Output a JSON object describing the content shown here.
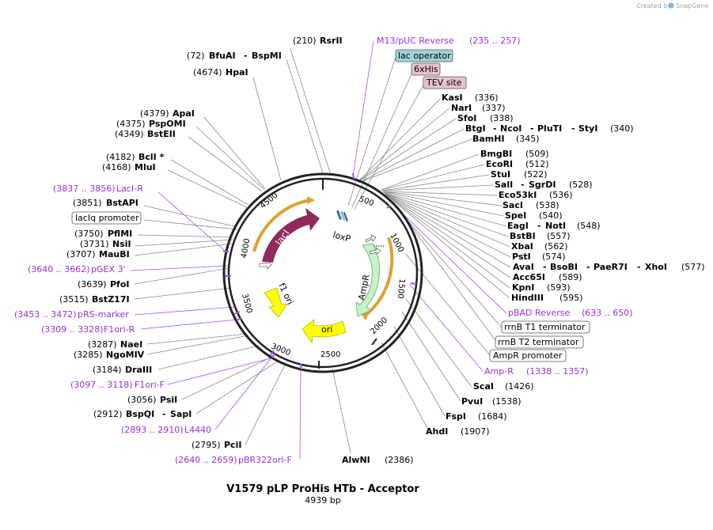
{
  "credit": {
    "created_by": "Created by",
    "brand": "SnapGene"
  },
  "plasmid": {
    "name": "V1579 pLP ProHis HTb - Acceptor",
    "size": "4939 bp"
  },
  "ticks": [
    "500",
    "1000",
    "1500",
    "2000",
    "2500",
    "3000",
    "3500",
    "4000",
    "4500"
  ],
  "features": {
    "lacI": "lacI",
    "loxP": "loxP",
    "AmpR": "AmpR",
    "ori": "ori",
    "f1ori": "f1 ori"
  },
  "boxes": {
    "lac_operator": "lac operator",
    "sixHis": "6xHis",
    "tev": "TEV site",
    "rrnB_T1": "rrnB T1 terminator",
    "rrnB_T2": "rrnB T2 terminator",
    "ampr_promoter": "AmpR promoter",
    "laciq_promoter": "lacIq promoter"
  },
  "right_labels": {
    "m13": {
      "name": "M13/pUC Reverse",
      "pos": "(235 .. 257)"
    },
    "kasI": {
      "name": "KasI",
      "pos": "(336)"
    },
    "narI": {
      "name": "NarI",
      "pos": "(337)"
    },
    "sfoI": {
      "name": "SfoI",
      "pos": "(338)"
    },
    "btgI": {
      "name": "BtgI",
      "n2": "NcoI",
      "n3": "PluTI",
      "n4": "StyI",
      "pos": "(340)"
    },
    "bamHI": {
      "name": "BamHI",
      "pos": "(345)"
    },
    "bmgBI": {
      "name": "BmgBI",
      "pos": "(509)"
    },
    "ecoRI": {
      "name": "EcoRI",
      "pos": "(512)"
    },
    "stuI": {
      "name": "StuI",
      "pos": "(522)"
    },
    "salI": {
      "name": "SalI",
      "n2": "SgrDI",
      "pos": "(528)"
    },
    "eco53kI": {
      "name": "Eco53kI",
      "pos": "(536)"
    },
    "sacI": {
      "name": "SacI",
      "pos": "(538)"
    },
    "speI": {
      "name": "SpeI",
      "pos": "(540)"
    },
    "eagI": {
      "name": "EagI",
      "n2": "NotI",
      "pos": "(548)"
    },
    "bstBI": {
      "name": "BstBI",
      "pos": "(557)"
    },
    "xbaI": {
      "name": "XbaI",
      "pos": "(562)"
    },
    "pstI": {
      "name": "PstI",
      "pos": "(574)"
    },
    "avaI": {
      "name": "AvaI",
      "n2": "BsoBI",
      "n3": "PaeR7I",
      "n4": "XhoI",
      "pos": "(577)"
    },
    "acc65I": {
      "name": "Acc65I",
      "pos": "(589)"
    },
    "kpnI": {
      "name": "KpnI",
      "pos": "(593)"
    },
    "hindIII": {
      "name": "HindIII",
      "pos": "(595)"
    },
    "pbad": {
      "name": "pBAD Reverse",
      "pos": "(633 .. 650)"
    },
    "ampR_primer": {
      "name": "Amp-R",
      "pos": "(1338 .. 1357)"
    },
    "scaI": {
      "name": "ScaI",
      "pos": "(1426)"
    },
    "pvuI": {
      "name": "PvuI",
      "pos": "(1538)"
    },
    "fspI": {
      "name": "FspI",
      "pos": "(1684)"
    },
    "ahdI": {
      "name": "AhdI",
      "pos": "(1907)"
    },
    "alwNI": {
      "name": "AlwNI",
      "pos": "(2386)"
    }
  },
  "left_labels": {
    "rsrII": {
      "name": "RsrII",
      "pos": "(210)"
    },
    "bfuAI": {
      "name": "BfuAI",
      "n2": "BspMI",
      "pos": "(72)"
    },
    "hpaI": {
      "name": "HpaI",
      "pos": "(4674)"
    },
    "apaI": {
      "name": "ApaI",
      "pos": "(4379)"
    },
    "pspOMI": {
      "name": "PspOMI",
      "pos": "(4375)"
    },
    "bstEII": {
      "name": "BstEII",
      "pos": "(4349)"
    },
    "bclI": {
      "name": "BclI *",
      "pos": "(4182)"
    },
    "mluI": {
      "name": "MluI",
      "pos": "(4168)"
    },
    "lacIR": {
      "name": "LacI-R",
      "pos": "(3837 .. 3856)"
    },
    "bstAPI": {
      "name": "BstAPI",
      "pos": "(3851)"
    },
    "pflMI": {
      "name": "PflMI",
      "pos": "(3750)"
    },
    "nsiI": {
      "name": "NsiI",
      "pos": "(3731)"
    },
    "mauBI": {
      "name": "MauBI",
      "pos": "(3707)"
    },
    "pgex": {
      "name": "pGEX 3'",
      "pos": "(3640 .. 3662)"
    },
    "pfoI": {
      "name": "PfoI",
      "pos": "(3639)"
    },
    "bstZ17I": {
      "name": "BstZ17I",
      "pos": "(3515)"
    },
    "prs": {
      "name": "pRS-marker",
      "pos": "(3453 .. 3472)"
    },
    "f1oriR": {
      "name": "F1ori-R",
      "pos": "(3309 .. 3328)"
    },
    "naeI": {
      "name": "NaeI",
      "pos": "(3287)"
    },
    "ngoMIV": {
      "name": "NgoMIV",
      "pos": "(3285)"
    },
    "draIII": {
      "name": "DraIII",
      "pos": "(3184)"
    },
    "f1oriF": {
      "name": "F1ori-F",
      "pos": "(3097 .. 3118)"
    },
    "psiI": {
      "name": "PsiI",
      "pos": "(3056)"
    },
    "bspQI": {
      "name": "BspQI",
      "n2": "SapI",
      "pos": "(2912)"
    },
    "l4440": {
      "name": "L4440",
      "pos": "(2893 .. 2910)"
    },
    "pciI": {
      "name": "PciI",
      "pos": "(2795)"
    },
    "pbr322": {
      "name": "pBR322ori-F",
      "pos": "(2640 .. 2659)"
    }
  }
}
